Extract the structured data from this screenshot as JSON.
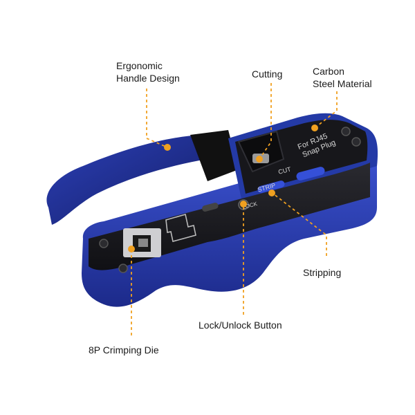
{
  "callouts": {
    "ergonomic_line1": "Ergonomic",
    "ergonomic_line2": "Handle Design",
    "cutting": "Cutting",
    "carbon_line1": "Carbon",
    "carbon_line2": "Steel Material",
    "stripping": "Stripping",
    "lock_unlock": "Lock/Unlock Button",
    "crimping_die": "8P Crimping Die"
  },
  "tool_markings": {
    "plug_line1": "For RJ45",
    "plug_line2": "Snap Plug",
    "cut": "CUT",
    "strip": "STRIP",
    "lock": "LOCK"
  },
  "colors": {
    "blue_body": "#2a3fb0",
    "blue_handle": "#1f2f8f",
    "black_plate": "#1b1b1f",
    "callout_orange": "#f0a020",
    "text": "#1a1a1a"
  }
}
